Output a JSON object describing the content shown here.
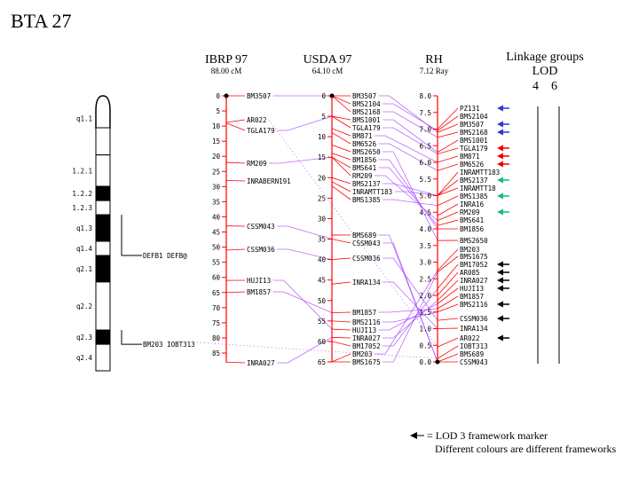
{
  "title": "BTA 27",
  "columns": {
    "ibrp": {
      "name": "IBRP 97",
      "length": "88.00 cM"
    },
    "usda": {
      "name": "USDA 97",
      "length": "64.10 cM"
    },
    "rh": {
      "name": "RH",
      "length": "7.12 Ray"
    }
  },
  "linkage": {
    "title": "Linkage groups",
    "lod": "LOD",
    "lod_values": "4    6"
  },
  "chromosome": {
    "bands": [
      {
        "label": "q1.1",
        "dark": false,
        "from": 0,
        "to": 0.21
      },
      {
        "label": "1.2.1",
        "dark": false,
        "from": 0.21,
        "to": 0.325
      },
      {
        "label": "1.2.2",
        "dark": true,
        "from": 0.325,
        "to": 0.377
      },
      {
        "label": "1.2.3",
        "dark": false,
        "from": 0.377,
        "to": 0.429
      },
      {
        "label": "q1.3",
        "dark": true,
        "from": 0.429,
        "to": 0.526
      },
      {
        "label": "q1.4",
        "dark": false,
        "from": 0.526,
        "to": 0.578
      },
      {
        "label": "q2.1",
        "dark": true,
        "from": 0.578,
        "to": 0.675
      },
      {
        "label": "q2.2",
        "dark": false,
        "from": 0.675,
        "to": 0.851
      },
      {
        "label": "q2.3",
        "dark": true,
        "from": 0.851,
        "to": 0.903
      },
      {
        "label": "q2.4",
        "dark": false,
        "from": 0.903,
        "to": 1
      }
    ],
    "annotations": [
      {
        "text": "DEFB1 DEFB@",
        "band_from": 0.429,
        "band_to": 0.578
      },
      {
        "text": "BM203 IOBT313",
        "band_from": 0.851,
        "band_to": 0.903
      }
    ]
  },
  "ibrp_ticks": [
    0,
    5,
    10,
    15,
    20,
    25,
    30,
    35,
    40,
    45,
    50,
    55,
    60,
    65,
    70,
    75,
    80,
    85
  ],
  "usda_ticks": [
    0,
    5,
    10,
    15,
    20,
    25,
    30,
    35,
    40,
    45,
    50,
    55,
    60,
    65
  ],
  "rh_ticks": [
    "8.0",
    "7.5",
    "7.0",
    "6.5",
    "6.0",
    "5.5",
    "5.0",
    "4.5",
    "4.0",
    "3.5",
    "3.0",
    "2.5",
    "2.0",
    "1.5",
    "1.0",
    "0.5",
    "0.0"
  ],
  "ibrp_markers": [
    {
      "name": "BM3507",
      "pos": 0
    },
    {
      "name": "AR022",
      "pos": 8.8
    },
    {
      "name": "TGLA179",
      "pos": 9
    },
    {
      "name": "RM209",
      "pos": 22
    },
    {
      "name": "INRABERN191",
      "pos": 28
    },
    {
      "name": "CSSM043",
      "pos": 43
    },
    {
      "name": "CSSM036",
      "pos": 51
    },
    {
      "name": "HUJI13",
      "pos": 61
    },
    {
      "name": "BM1857",
      "pos": 65
    },
    {
      "name": "INRA027",
      "pos": 88
    }
  ],
  "usda_markers": [
    {
      "name": "BM3507",
      "pos": 0
    },
    {
      "name": "BMS2104",
      "pos": 0
    },
    {
      "name": "BMS2168",
      "pos": 0
    },
    {
      "name": "BMS1001",
      "pos": 5
    },
    {
      "name": "TGLA179",
      "pos": 5
    },
    {
      "name": "BM871",
      "pos": 8
    },
    {
      "name": "BM6526",
      "pos": 9
    },
    {
      "name": "BMS2650",
      "pos": 12
    },
    {
      "name": "BM1856",
      "pos": 14
    },
    {
      "name": "BMS641",
      "pos": 15
    },
    {
      "name": "RM209",
      "pos": 15
    },
    {
      "name": "BMS2137",
      "pos": 20
    },
    {
      "name": "INRAMTT183",
      "pos": 21
    },
    {
      "name": "BMS1385",
      "pos": 22
    },
    {
      "name": "BMS689",
      "pos": 34
    },
    {
      "name": "CSSM043",
      "pos": 35
    },
    {
      "name": "CSSM036",
      "pos": 40
    },
    {
      "name": "INRA134",
      "pos": 46
    },
    {
      "name": "BM1857",
      "pos": 53
    },
    {
      "name": "BMS2116",
      "pos": 55
    },
    {
      "name": "HUJI13",
      "pos": 57
    },
    {
      "name": "INRA027",
      "pos": 59
    },
    {
      "name": "BM17052",
      "pos": 60
    },
    {
      "name": "BM203",
      "pos": 65
    },
    {
      "name": "BMS1675",
      "pos": 65
    }
  ],
  "rh_markers": [
    {
      "name": "PZ131",
      "pos": 7.0,
      "arrow": "#3333cc"
    },
    {
      "name": "BMS2104",
      "pos": 6.95
    },
    {
      "name": "BM3507",
      "pos": 6.9,
      "arrow": "#3333cc"
    },
    {
      "name": "BMS2168",
      "pos": 6.75,
      "arrow": "#3333cc"
    },
    {
      "name": "BMS1001",
      "pos": 6.3
    },
    {
      "name": "TGLA179",
      "pos": 6.25,
      "arrow": "#ee0000"
    },
    {
      "name": "BM871",
      "pos": 6.0,
      "arrow": "#ee0000"
    },
    {
      "name": "BM6526",
      "pos": 5.75,
      "arrow": "#ee0000"
    },
    {
      "name": "INRAMTT183",
      "pos": 5.0
    },
    {
      "name": "BMS2137",
      "pos": 5.0,
      "arrow": "#11bb88"
    },
    {
      "name": "INRAMTT18",
      "pos": 5.0
    },
    {
      "name": "BMS1385",
      "pos": 4.7,
      "arrow": "#11bb88"
    },
    {
      "name": "INRA16",
      "pos": 4.4
    },
    {
      "name": "RM209",
      "pos": 4.25,
      "arrow": "#11bb88"
    },
    {
      "name": "BMS641",
      "pos": 4.1
    },
    {
      "name": "BM1856",
      "pos": 4.0
    },
    {
      "name": "BMS2650",
      "pos": 3.65
    },
    {
      "name": "BM203",
      "pos": 2.75
    },
    {
      "name": "BMS1675",
      "pos": 2.7
    },
    {
      "name": "BM17052",
      "pos": 2.2,
      "arrow": "#000000"
    },
    {
      "name": "AR085",
      "pos": 2.0,
      "arrow": "#000000"
    },
    {
      "name": "INRA027",
      "pos": 1.85,
      "arrow": "#000000"
    },
    {
      "name": "HUJI13",
      "pos": 1.75,
      "arrow": "#000000"
    },
    {
      "name": "BM1857",
      "pos": 1.6
    },
    {
      "name": "BMS2116",
      "pos": 1.5,
      "arrow": "#000000"
    },
    {
      "name": "CSSM036",
      "pos": 1.25,
      "arrow": "#000000"
    },
    {
      "name": "INRA134",
      "pos": 1.0
    },
    {
      "name": "AR022",
      "pos": 0.45,
      "arrow": "#000000"
    },
    {
      "name": "IOBT313",
      "pos": 0.1
    },
    {
      "name": "BMS689",
      "pos": 0.0
    },
    {
      "name": "CSSM043",
      "pos": 0.0
    }
  ],
  "legend": {
    "line1": "= LOD 3 framework marker",
    "line2": "Different colours are different frameworks"
  },
  "colors": {
    "axis": "#ff0000",
    "link": "#aa44ff"
  }
}
